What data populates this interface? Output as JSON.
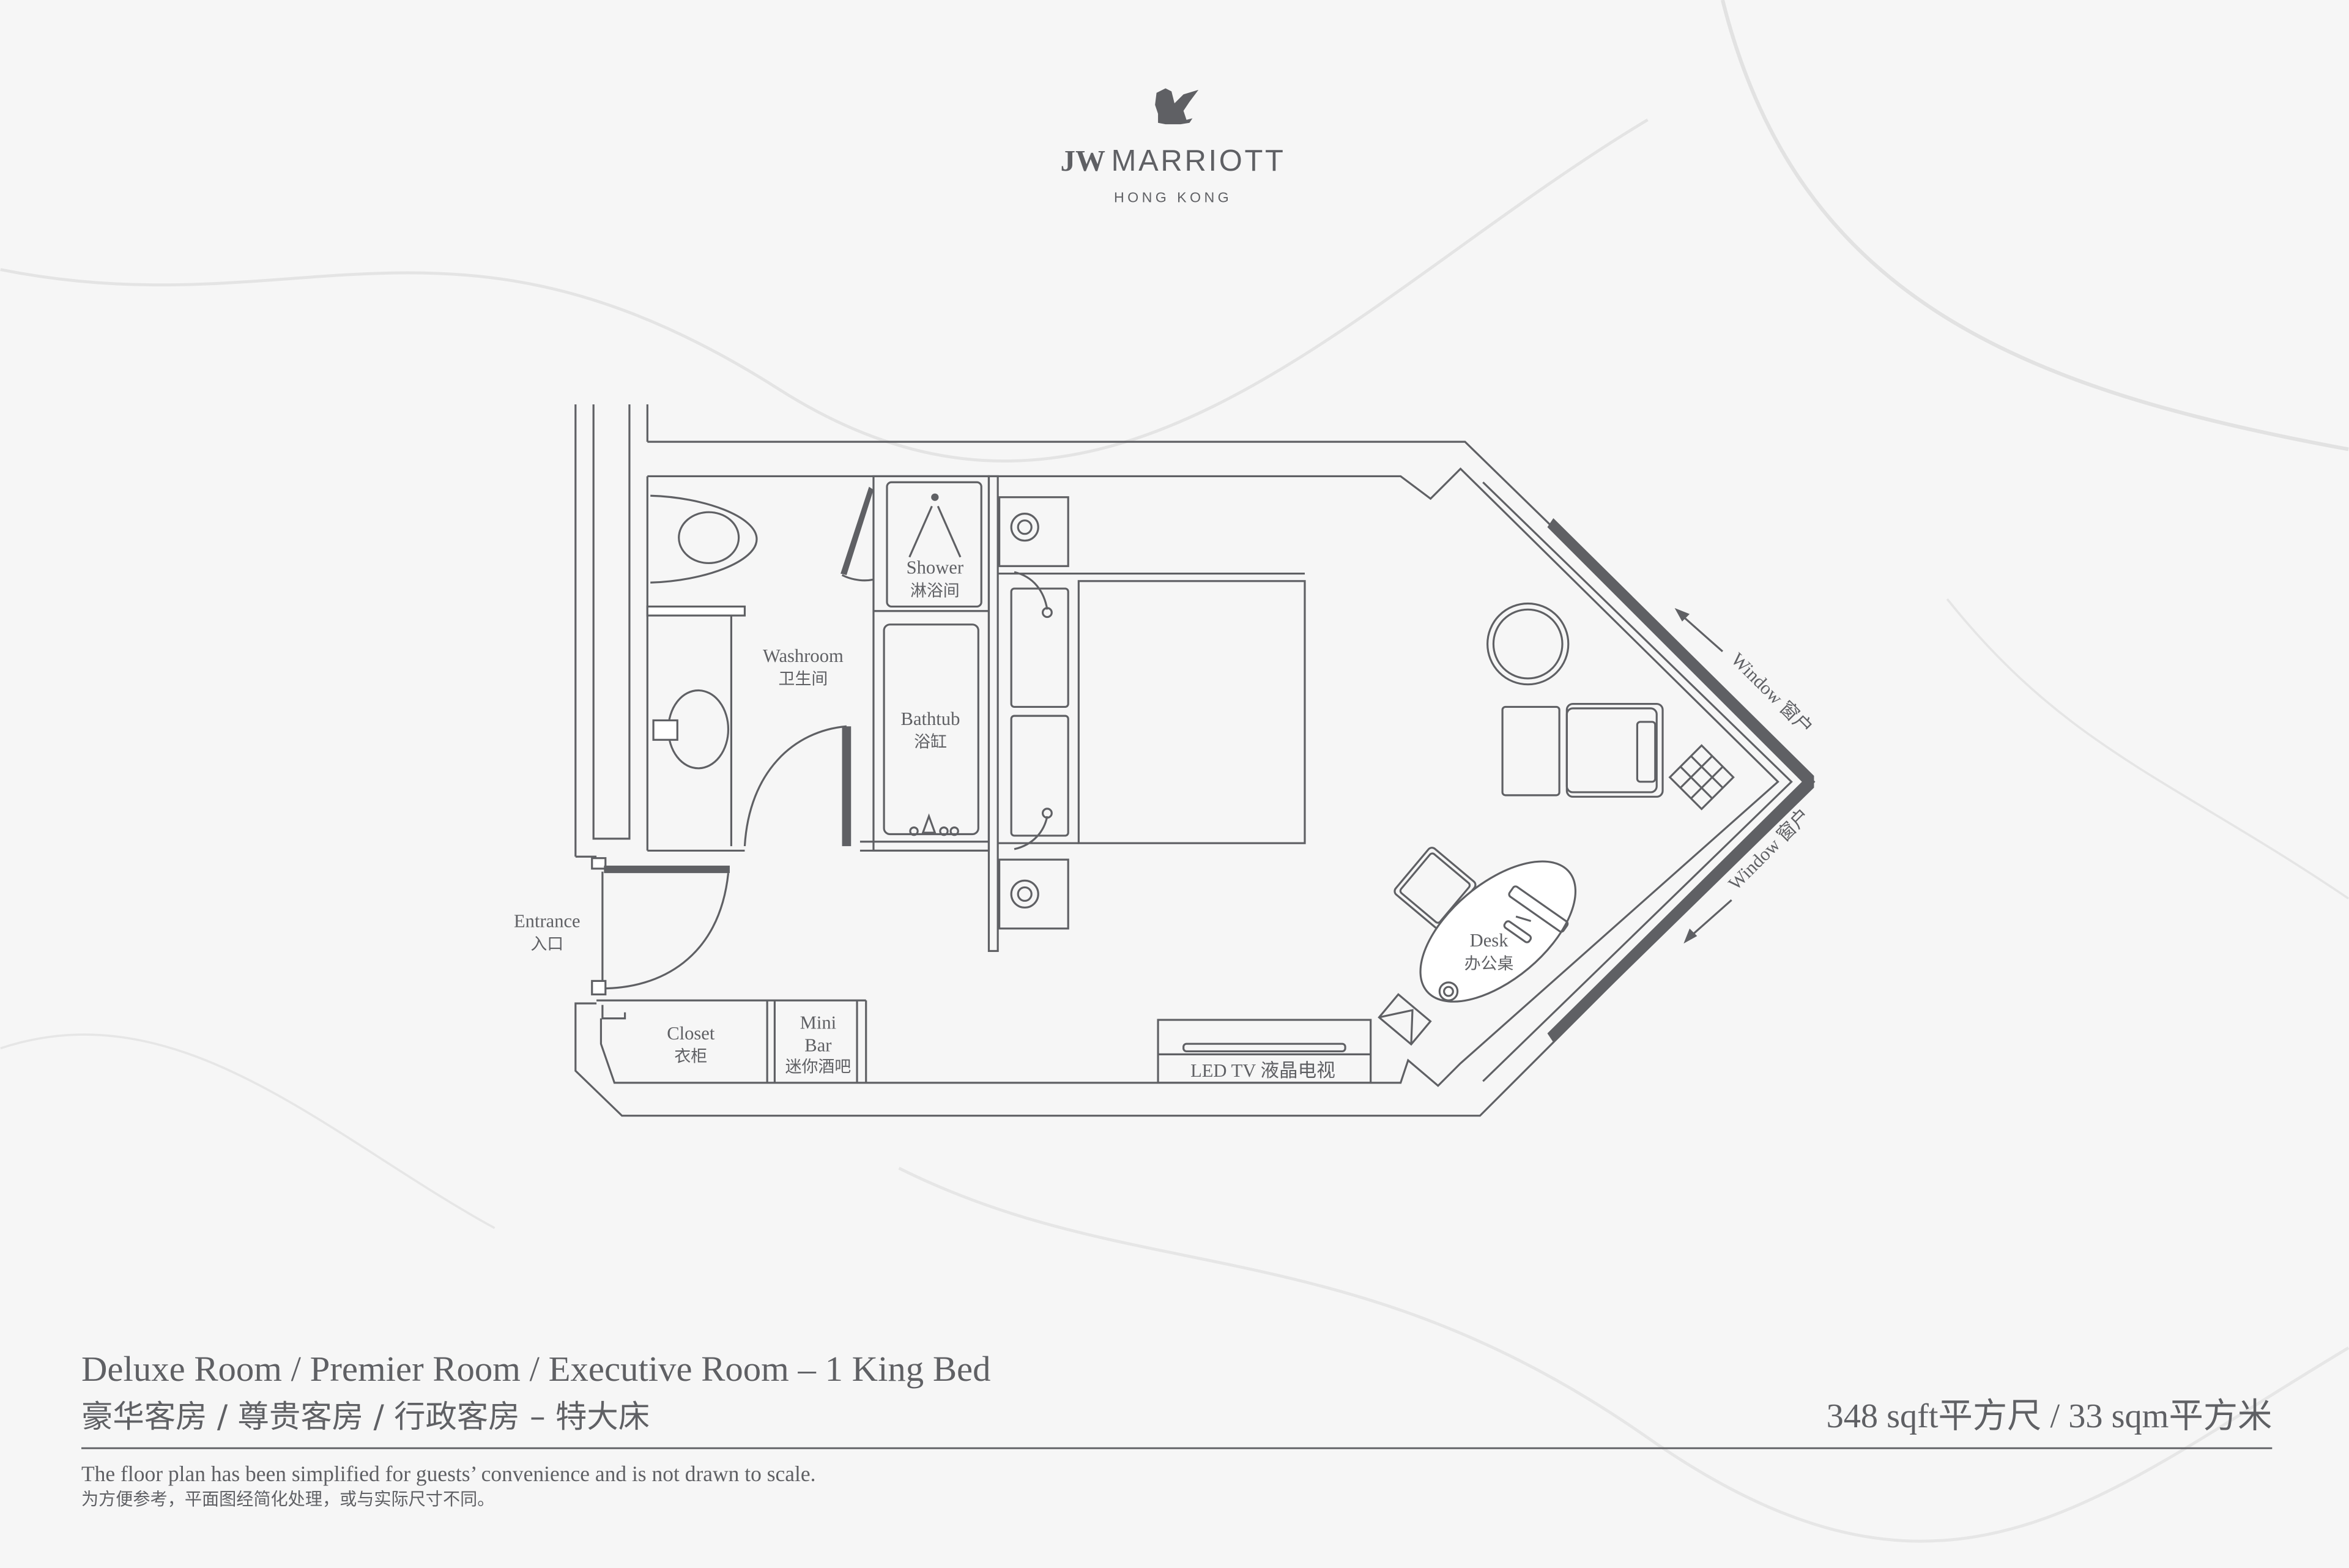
{
  "logo": {
    "brand": "JW MARRIOTT",
    "brand_prefix": "JW",
    "brand_name": "MARRIOTT",
    "location": "HONG KONG",
    "icon": "griffin-icon"
  },
  "floorplan": {
    "labels": {
      "washroom_en": "Washroom",
      "washroom_zh": "卫生间",
      "shower_en": "Shower",
      "shower_zh": "淋浴间",
      "bathtub_en": "Bathtub",
      "bathtub_zh": "浴缸",
      "entrance_en": "Entrance",
      "entrance_zh": "入口",
      "closet_en": "Closet",
      "closet_zh": "衣柜",
      "minibar_en_1": "Mini",
      "minibar_en_2": "Bar",
      "minibar_zh": "迷你酒吧",
      "tv": "LED TV 液晶电视",
      "desk_en": "Desk",
      "desk_zh": "办公桌",
      "window_1": "Window 窗户",
      "window_2": "Window 窗户"
    }
  },
  "footer": {
    "title_en": "Deluxe Room / Premier Room / Executive Room – 1 King Bed",
    "title_zh": "豪华客房 / 尊贵客房 / 行政客房 – 特大床",
    "size": "348 sqft平方尺 / 33 sqm平方米",
    "note_en": "The floor plan has been simplified for guests’ convenience and is not drawn to scale.",
    "note_zh": "为方便参考，平面图经简化处理，或与实际尺寸不同。"
  },
  "colors": {
    "line": "#5f6064",
    "background": "#f5f5f5"
  }
}
